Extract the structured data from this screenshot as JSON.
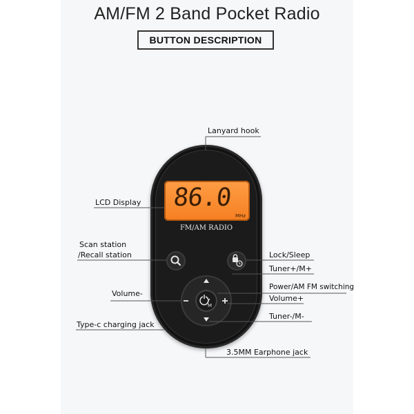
{
  "title": "AM/FM 2 Band Pocket Radio",
  "subtitle": "BUTTON DESCRIPTION",
  "lcd": {
    "digits": "86.0",
    "unit": "MHz",
    "brand_text": "FM/AM RADIO",
    "color": "#f58a2a"
  },
  "labels": {
    "lanyard": "Lanyard hook",
    "lcd_display": "LCD Display",
    "scan_line1": "Scan station",
    "scan_line2": "/Recall station",
    "volume_minus": "Volume-",
    "typec": "Type-c charging jack",
    "lock": "Lock/Sleep",
    "tuner_plus": "Tuner+/M+",
    "power": "Power/AM FM switching",
    "volume_plus": "Volume+",
    "tuner_minus": "Tuner-/M-",
    "earphone": "3.5MM Earphone jack"
  },
  "icons": {
    "search": "magnifier-icon",
    "lock": "lock-clock-icon",
    "power": "power-m-icon"
  },
  "colors": {
    "device": "#121212",
    "lcd": "#f58a2a",
    "background": "#f6f7f9"
  }
}
